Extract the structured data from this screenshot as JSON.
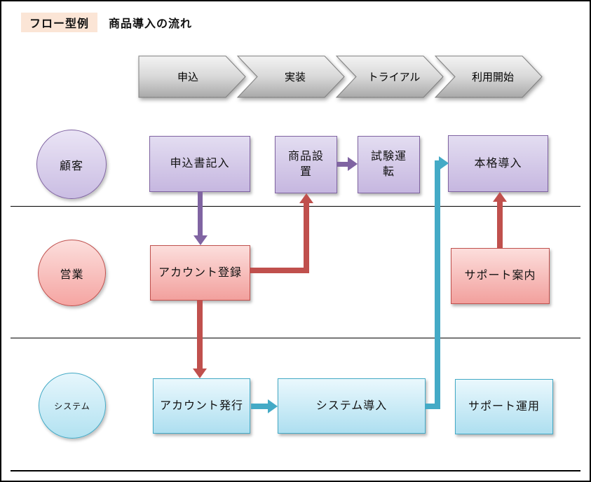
{
  "colors": {
    "purple": "#8064a2",
    "red": "#c0504d",
    "cyan": "#44aac6",
    "highlight": "#fbe5d6"
  },
  "title": {
    "tag": "フロー型例",
    "heading": "商品導入の流れ"
  },
  "phases": [
    {
      "label": "申込"
    },
    {
      "label": "実装"
    },
    {
      "label": "トライアル"
    },
    {
      "label": "利用開始"
    }
  ],
  "lanes": [
    {
      "name": "顧客",
      "boxes": [
        {
          "label": "申込書記入"
        },
        {
          "label": "商品設置"
        },
        {
          "label": "試験運転"
        },
        {
          "label": "本格導入"
        }
      ]
    },
    {
      "name": "営業",
      "boxes": [
        {
          "label": "アカウント登録"
        },
        {
          "label": "サポート案内"
        }
      ]
    },
    {
      "name": "システム",
      "boxes": [
        {
          "label": "アカウント発行"
        },
        {
          "label": "システム導入"
        },
        {
          "label": "サポート運用"
        }
      ]
    }
  ]
}
